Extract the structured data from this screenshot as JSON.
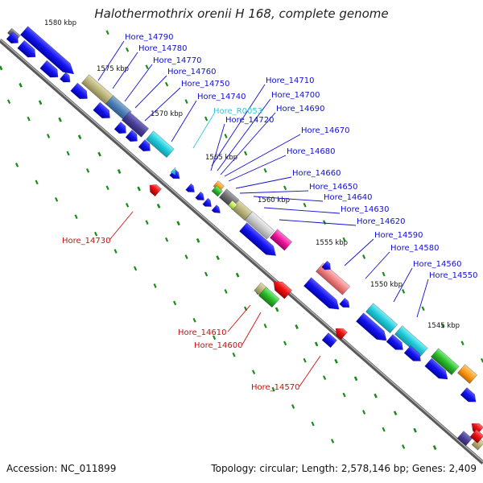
{
  "title": "Halothermothrix orenii H 168, complete genome",
  "footer": {
    "accession": "Accession: NC_011899",
    "topology": "Topology: circular; Length: 2,578,146 bp; Genes: 2,409"
  },
  "tick_labels": [
    "1580 kbp",
    "1575 kbp",
    "1570 kbp",
    "1565 kbp",
    "1560 kbp",
    "1555 kbp",
    "1550 kbp",
    "1545 kbp"
  ],
  "gene_labels_forward": [
    "Hore_14790",
    "Hore_14780",
    "Hore_14770",
    "Hore_14760",
    "Hore_14750",
    "Hore_14740",
    "Hore_14710",
    "Hore_14700",
    "Hore_14690",
    "Hore_14720",
    "Hore_14670",
    "Hore_14680",
    "Hore_14660",
    "Hore_14650",
    "Hore_14640",
    "Hore_14630",
    "Hore_14620",
    "Hore_14590",
    "Hore_14580",
    "Hore_14560",
    "Hore_14550"
  ],
  "gene_label_rna": "Hore_R0053",
  "gene_labels_reverse": [
    "Hore_14730",
    "Hore_14610",
    "Hore_14600",
    "Hore_14570"
  ],
  "colors": {
    "forward_gene": "#0a0ae6",
    "reverse_gene": "#e61414",
    "rna": "#29c6d8",
    "backbone": "#888888",
    "tick": "#1a8c1a",
    "forward_label": "#1010d0",
    "reverse_label": "#cc1010",
    "rna_label": "#33c4dd"
  }
}
